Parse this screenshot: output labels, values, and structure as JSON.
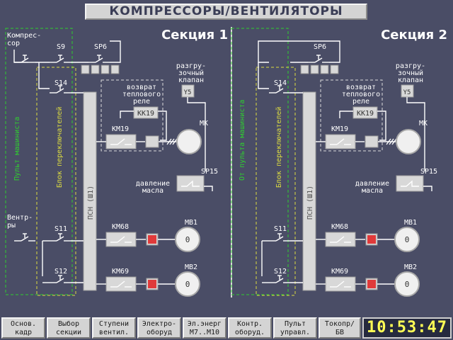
{
  "title": "КОМПРЕССОРЫ/ВЕНТИЛЯТОРЫ",
  "sections": [
    {
      "title": "Секция 1",
      "compressor_label": [
        "Компрес-",
        "сор"
      ],
      "switches": [
        "S9",
        "SP6",
        "S14",
        "S11",
        "S12"
      ],
      "vertical_labels": {
        "remote": "Пульт машиниста",
        "block": "Блок переключателей",
        "psn": "ПСН (Ш1)"
      },
      "relay_return": [
        "возврат",
        "теплового",
        "реле"
      ],
      "unload_valve": [
        "разгру-",
        "зочный",
        "клапан"
      ],
      "kk": "КК19",
      "km_comp": "КМ19",
      "motor_comp": "МК",
      "y5": "Y5",
      "sp_oil": "SP15",
      "oil_pressure": [
        "давление",
        "масла"
      ],
      "vents": [
        "Вентр-",
        "ры"
      ],
      "km_fan1": "КМ68",
      "km_fan2": "КМ69",
      "fan1": "МВ1",
      "fan2": "МВ2",
      "fan_state": "0",
      "colors": {
        "remote_box": "#2fcf2f",
        "block_box": "#dcdc40"
      }
    },
    {
      "title": "Секция 2",
      "compressor_label": [
        "",
        ""
      ],
      "switches": [
        "",
        "SP6",
        "S14",
        "S11",
        "S12"
      ],
      "vertical_labels": {
        "remote": "От пульта машиниста",
        "block": "Блок переключателей",
        "psn": "ПСН (Ш1)"
      },
      "relay_return": [
        "возврат",
        "теплового",
        "реле"
      ],
      "unload_valve": [
        "разгру-",
        "зочный",
        "клапан"
      ],
      "kk": "КК19",
      "km_comp": "КМ19",
      "motor_comp": "МК",
      "y5": "Y5",
      "sp_oil": "SP15",
      "oil_pressure": [
        "давление",
        "масла"
      ],
      "vents": [
        "",
        ""
      ],
      "km_fan1": "КМ68",
      "km_fan2": "КМ69",
      "fan1": "МВ1",
      "fan2": "МВ2",
      "fan_state": "0",
      "colors": {
        "remote_box": "#2fcf2f",
        "block_box": "#dcdc40"
      }
    }
  ],
  "footer_buttons": [
    "Основ.\nкадр",
    "Выбор\nсекции",
    "Ступени\nвентил.",
    "Электро-\nоборуд",
    "Эл.энерг\nМ7..М10",
    "Контр.\nоборуд.",
    "Пульт\nуправл.",
    "Токопр/\nБВ"
  ],
  "clock": "10:53:47",
  "colors": {
    "background": "#4a4d66",
    "line": "#ffffff",
    "alarm": "#e03a3a",
    "clock": "#ffff55"
  }
}
